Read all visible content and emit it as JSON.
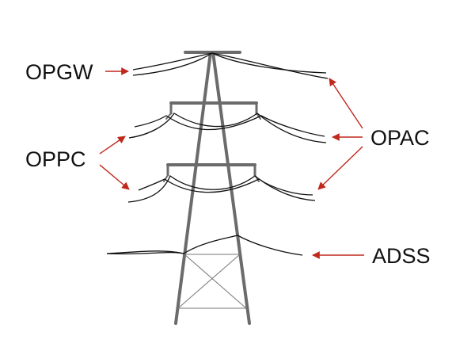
{
  "labels": {
    "opgw": "OPGW",
    "oppc": "OPPC",
    "opac": "OPAC",
    "adss": "ADSS"
  },
  "colors": {
    "arrow": "#c0281c",
    "tower": "#6b6b6b",
    "cable": "#111111",
    "text": "#111111"
  }
}
